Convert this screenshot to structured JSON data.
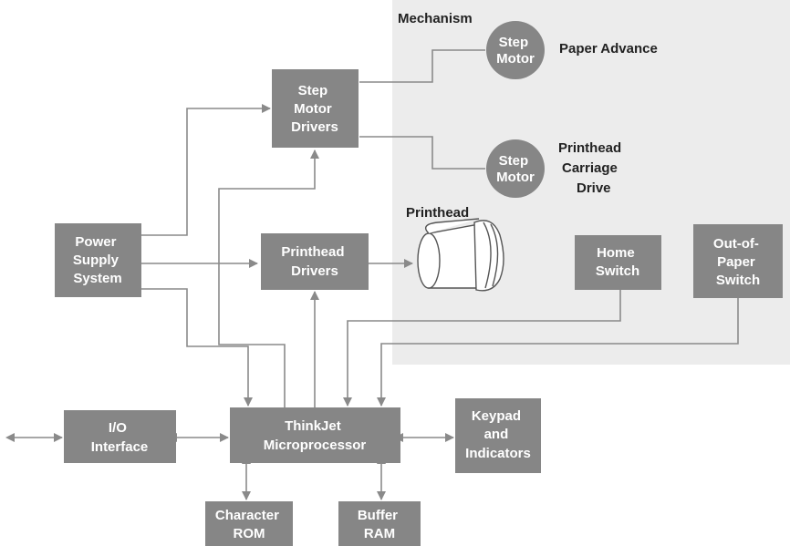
{
  "colors": {
    "block": "#868686",
    "mechanism_area": "#ececec",
    "wire": "#8a8a8a",
    "arrow": "#8a8a8a",
    "text_on_block": "#ffffff",
    "label_text": "#222222"
  },
  "mechanism": {
    "label": "Mechanism"
  },
  "labels": {
    "paper_advance": "Paper Advance",
    "printhead_drive": [
      "Printhead",
      "Carriage",
      "Drive"
    ],
    "printhead": "Printhead"
  },
  "blocks": {
    "step_motor_drivers": [
      "Step",
      "Motor",
      "Drivers"
    ],
    "power_supply": [
      "Power",
      "Supply",
      "System"
    ],
    "printhead_drivers": [
      "Printhead",
      "Drivers"
    ],
    "home_switch": [
      "Home",
      "Switch"
    ],
    "out_of_paper_switch": [
      "Out-of-",
      "Paper",
      "Switch"
    ],
    "io_interface": [
      "I/O",
      "Interface"
    ],
    "microprocessor": [
      "ThinkJet",
      "Microprocessor"
    ],
    "keypad": [
      "Keypad",
      "and",
      "Indicators"
    ],
    "character_rom": [
      "Character",
      "ROM"
    ],
    "buffer_ram": [
      "Buffer",
      "RAM"
    ]
  },
  "motors": {
    "paper": [
      "Step",
      "Motor"
    ],
    "carriage": [
      "Step",
      "Motor"
    ]
  }
}
